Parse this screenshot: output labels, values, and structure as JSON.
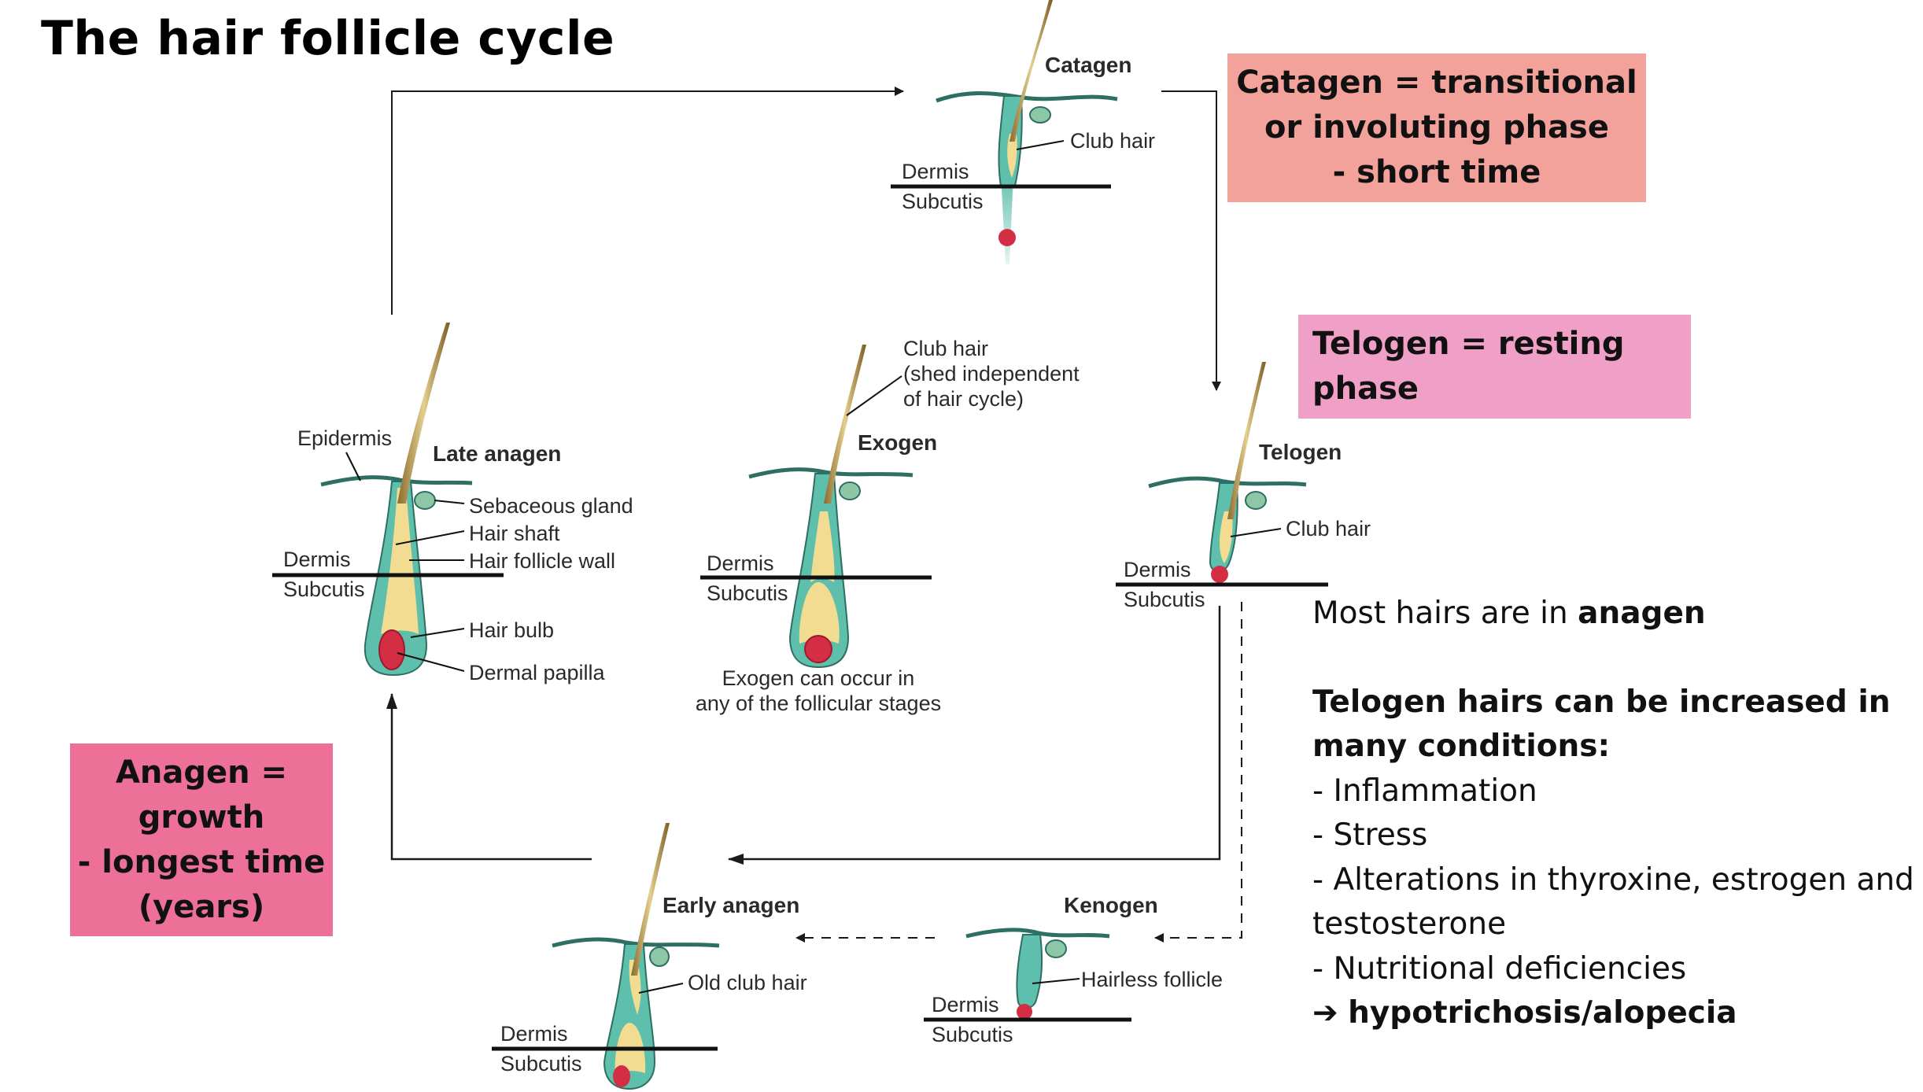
{
  "title": "The hair follicle cycle",
  "boxes": {
    "catagen": [
      "Catagen = transitional",
      "or involuting phase",
      "- short time"
    ],
    "telogen": [
      "Telogen = resting",
      "phase"
    ],
    "anagen": [
      "Anagen =",
      "growth",
      "- longest time",
      "(years)"
    ]
  },
  "notes": {
    "line1_prefix": "Most hairs are in ",
    "line1_bold": "anagen",
    "heading": [
      "Telogen hairs can be increased in",
      "many conditions:"
    ],
    "items": [
      "- Inflammation",
      "- Stress",
      "- Alterations in thyroxine, estrogen and",
      "testosterone",
      "- Nutritional deficiencies"
    ],
    "conclusion_arrow": "➔",
    "conclusion": "hypotrichosis/alopecia"
  },
  "stages": {
    "catagen": {
      "name": "Catagen",
      "club_hair": "Club hair",
      "dermis": "Dermis",
      "subcutis": "Subcutis"
    },
    "late_anagen": {
      "name": "Late anagen",
      "epidermis": "Epidermis",
      "sebaceous_gland": "Sebaceous gland",
      "hair_shaft": "Hair shaft",
      "hair_follicle_wall": "Hair follicle wall",
      "hair_bulb": "Hair bulb",
      "dermal_papilla": "Dermal papilla",
      "dermis": "Dermis",
      "subcutis": "Subcutis"
    },
    "exogen": {
      "name": "Exogen",
      "club_hair": [
        "Club hair",
        "(shed independent",
        "of hair cycle)"
      ],
      "note": [
        "Exogen can occur in",
        "any of the follicular stages"
      ],
      "dermis": "Dermis",
      "subcutis": "Subcutis"
    },
    "telogen": {
      "name": "Telogen",
      "club_hair": "Club hair",
      "dermis": "Dermis",
      "subcutis": "Subcutis"
    },
    "early_anagen": {
      "name": "Early anagen",
      "old_club_hair": "Old club hair",
      "dermis": "Dermis",
      "subcutis": "Subcutis"
    },
    "kenogen": {
      "name": "Kenogen",
      "hairless_follicle": "Hairless follicle",
      "dermis": "Dermis",
      "subcutis": "Subcutis"
    }
  },
  "colors": {
    "follicle": "#5fbfad",
    "hair_shaft": "#f2dc91",
    "papilla": "#d42e45",
    "catagen_box": "#f2a29a",
    "telogen_box": "#f09fc6",
    "anagen_box": "#ec7097"
  }
}
